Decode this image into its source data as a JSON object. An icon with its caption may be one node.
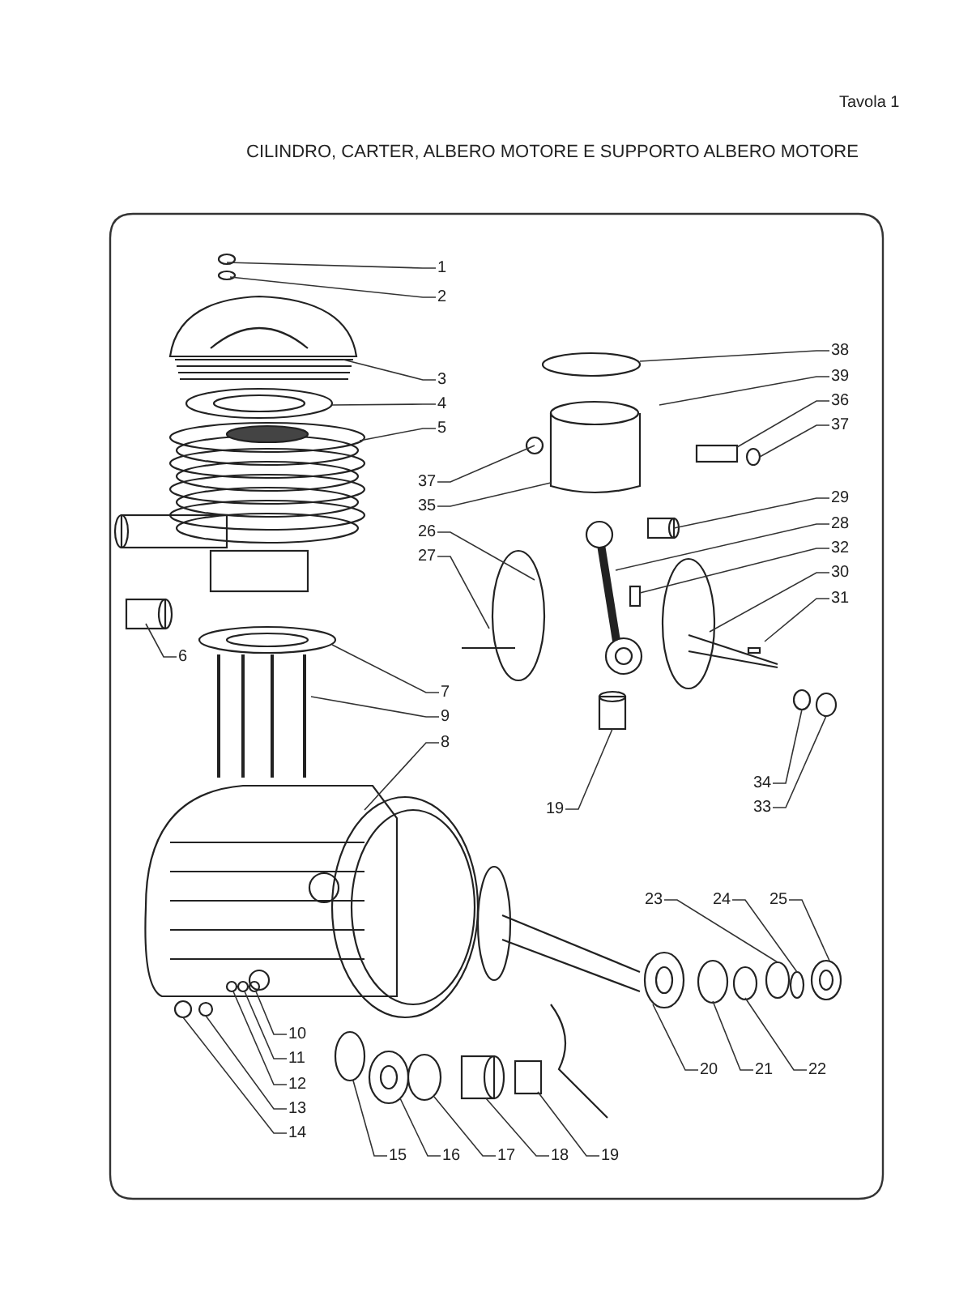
{
  "diagram": {
    "title": "CILINDRO, CARTER, ALBERO MOTORE E SUPPORTO ALBERO MOTORE",
    "nodes": [
      {
        "text": [
          "1"
        ]
      },
      {
        "text": [
          "2"
        ]
      },
      {
        "text": [
          "3"
        ]
      },
      {
        "text": [
          "4"
        ]
      },
      {
        "text": [
          "5"
        ]
      },
      {
        "text": [
          "37"
        ]
      },
      {
        "text": [
          "35"
        ]
      },
      {
        "text": [
          "26"
        ]
      },
      {
        "text": [
          "27"
        ]
      },
      {
        "text": [
          "6"
        ]
      },
      {
        "text": [
          "7"
        ]
      },
      {
        "text": [
          "9"
        ]
      },
      {
        "text": [
          "8"
        ]
      },
      {
        "text": [
          "19"
        ]
      },
      {
        "text": [
          "38"
        ]
      },
      {
        "text": [
          "39"
        ]
      },
      {
        "text": [
          "36"
        ]
      },
      {
        "text": [
          "37"
        ]
      },
      {
        "text": [
          "29"
        ]
      },
      {
        "text": [
          "28"
        ]
      },
      {
        "text": [
          "32"
        ]
      },
      {
        "text": [
          "30"
        ]
      },
      {
        "text": [
          "31"
        ]
      },
      {
        "text": [
          "34"
        ]
      },
      {
        "text": [
          "33"
        ]
      },
      {
        "text": [
          "23"
        ]
      },
      {
        "text": [
          "24"
        ]
      },
      {
        "text": [
          "25"
        ]
      },
      {
        "text": [
          "20"
        ]
      },
      {
        "text": [
          "21"
        ]
      },
      {
        "text": [
          "22"
        ]
      },
      {
        "text": [
          "10"
        ]
      },
      {
        "text": [
          "11"
        ]
      },
      {
        "text": [
          "12"
        ]
      },
      {
        "text": [
          "13"
        ]
      },
      {
        "text": [
          "14"
        ]
      },
      {
        "text": [
          "15"
        ]
      },
      {
        "text": [
          "16"
        ]
      },
      {
        "text": [
          "17"
        ]
      },
      {
        "text": [
          "18"
        ]
      },
      {
        "text": [
          "19"
        ]
      }
    ],
    "edges": [
      {
        "from": 0,
        "to": null,
        "arrow": "none"
      },
      {
        "from": 1,
        "to": null,
        "arrow": "none"
      },
      {
        "from": 2,
        "to": null,
        "arrow": "none"
      },
      {
        "from": 3,
        "to": null,
        "arrow": "none"
      },
      {
        "from": 4,
        "to": null,
        "arrow": "none"
      },
      {
        "from": 5,
        "to": null,
        "arrow": "none"
      },
      {
        "from": 6,
        "to": null,
        "arrow": "none"
      },
      {
        "from": 7,
        "to": null,
        "arrow": "none"
      },
      {
        "from": 8,
        "to": null,
        "arrow": "none"
      },
      {
        "from": 9,
        "to": null,
        "arrow": "none"
      },
      {
        "from": 10,
        "to": null,
        "arrow": "none"
      },
      {
        "from": 11,
        "to": null,
        "arrow": "none"
      },
      {
        "from": 12,
        "to": null,
        "arrow": "none"
      },
      {
        "from": 13,
        "to": null,
        "arrow": "none"
      },
      {
        "from": 14,
        "to": null,
        "arrow": "none"
      },
      {
        "from": 15,
        "to": null,
        "arrow": "none"
      },
      {
        "from": 16,
        "to": null,
        "arrow": "none"
      },
      {
        "from": 17,
        "to": null,
        "arrow": "none"
      },
      {
        "from": 18,
        "to": null,
        "arrow": "none"
      },
      {
        "from": 19,
        "to": null,
        "arrow": "none"
      },
      {
        "from": 20,
        "to": null,
        "arrow": "none"
      },
      {
        "from": 21,
        "to": null,
        "arrow": "none"
      },
      {
        "from": 22,
        "to": null,
        "arrow": "none"
      },
      {
        "from": 23,
        "to": null,
        "arrow": "none"
      },
      {
        "from": 24,
        "to": null,
        "arrow": "none"
      },
      {
        "from": 25,
        "to": null,
        "arrow": "none"
      },
      {
        "from": 26,
        "to": null,
        "arrow": "none"
      },
      {
        "from": 27,
        "to": null,
        "arrow": "none"
      },
      {
        "from": 28,
        "to": null,
        "arrow": "none"
      },
      {
        "from": 29,
        "to": null,
        "arrow": "none"
      },
      {
        "from": 30,
        "to": null,
        "arrow": "none"
      },
      {
        "from": 31,
        "to": null,
        "arrow": "none"
      },
      {
        "from": 32,
        "to": null,
        "arrow": "none"
      },
      {
        "from": 33,
        "to": null,
        "arrow": "none"
      },
      {
        "from": 34,
        "to": null,
        "arrow": "none"
      },
      {
        "from": 35,
        "to": null,
        "arrow": "none"
      },
      {
        "from": 36,
        "to": null,
        "arrow": "none"
      },
      {
        "from": 37,
        "to": null,
        "arrow": "none"
      },
      {
        "from": 38,
        "to": null,
        "arrow": "none"
      },
      {
        "from": 39,
        "to": null,
        "arrow": "none"
      },
      {
        "from": 40,
        "to": null,
        "arrow": "none"
      }
    ],
    "labels": [
      "Tavola 1"
    ]
  }
}
